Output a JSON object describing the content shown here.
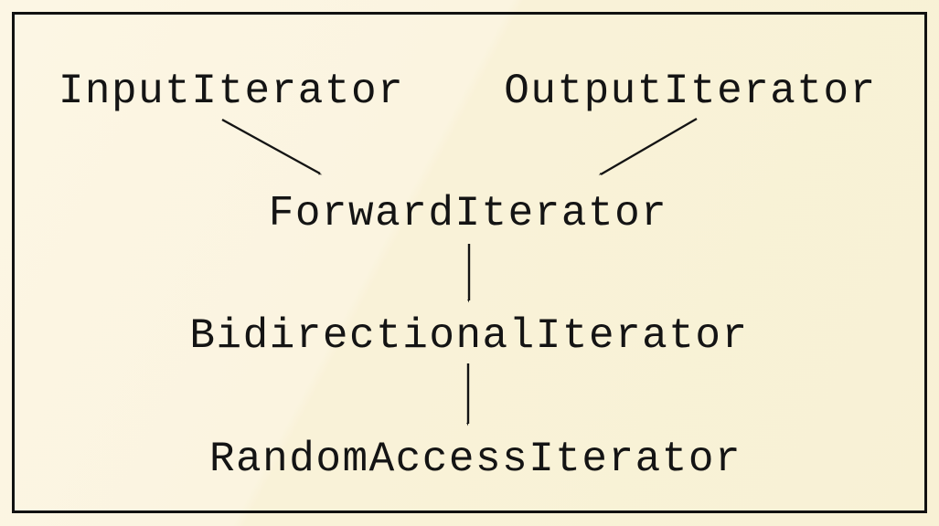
{
  "diagram": {
    "kind": "hierarchy",
    "nodes": [
      {
        "id": "input",
        "label": "InputIterator"
      },
      {
        "id": "output",
        "label": "OutputIterator"
      },
      {
        "id": "forward",
        "label": "ForwardIterator"
      },
      {
        "id": "bidirectional",
        "label": "BidirectionalIterator"
      },
      {
        "id": "random_access",
        "label": "RandomAccessIterator"
      }
    ],
    "edges": [
      {
        "from": "InputIterator",
        "to": "ForwardIterator"
      },
      {
        "from": "OutputIterator",
        "to": "ForwardIterator"
      },
      {
        "from": "ForwardIterator",
        "to": "BidirectionalIterator"
      },
      {
        "from": "BidirectionalIterator",
        "to": "RandomAccessIterator"
      }
    ],
    "colors": {
      "background": "#faf3db",
      "text": "#141414",
      "border": "#111111",
      "arrow": "#141414"
    }
  }
}
